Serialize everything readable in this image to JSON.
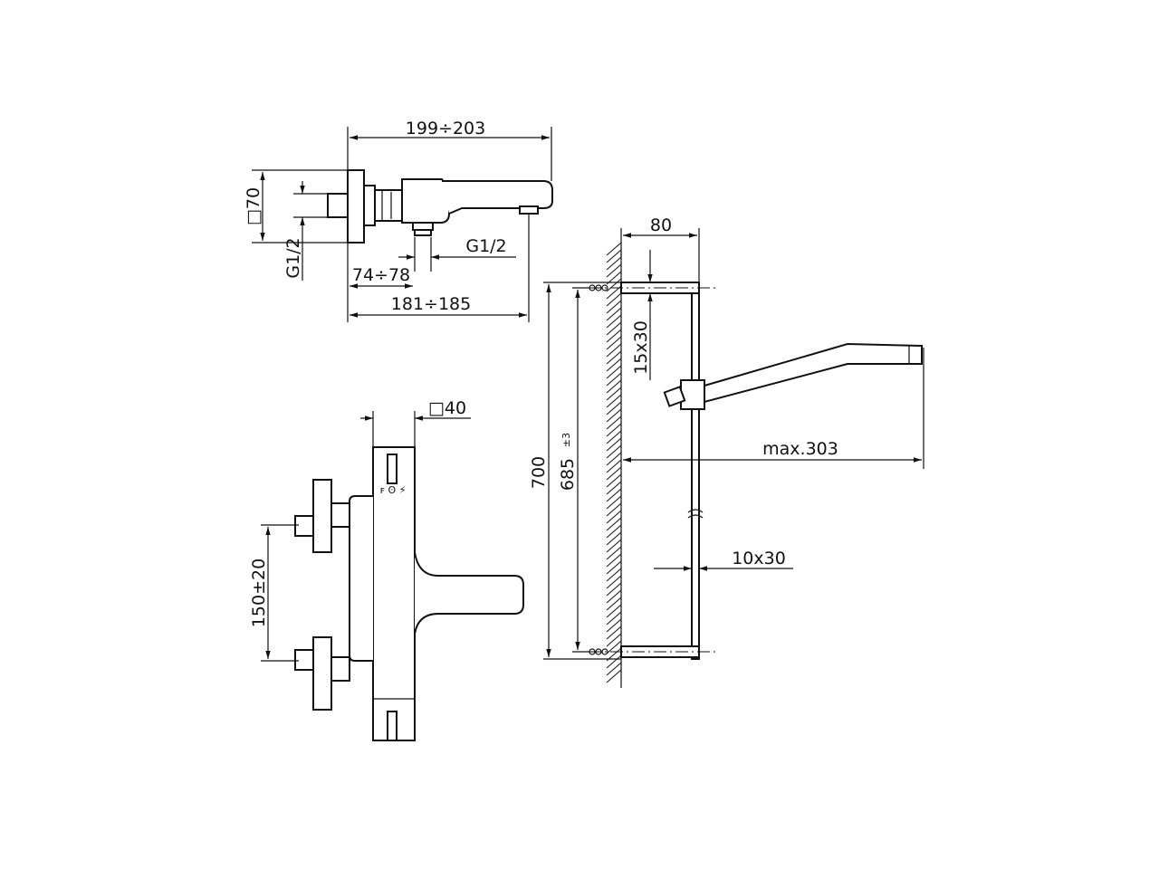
{
  "dimensions": {
    "spout_length": "199÷203",
    "rosette_square": "□70",
    "inlet_thread_left": "G1/2",
    "outlet_thread": "G1/2",
    "inlet_offset": "74÷78",
    "outlet_offset": "181÷185",
    "body_square": "□40",
    "inlet_spacing": "150±20",
    "rail_length_total": "700",
    "rail_length_inner": "685",
    "rail_length_tolerance": "±3",
    "rail_projection": "80",
    "bracket_section": "15x30",
    "rail_section": "10x30",
    "handshower_reach": "max.303"
  }
}
